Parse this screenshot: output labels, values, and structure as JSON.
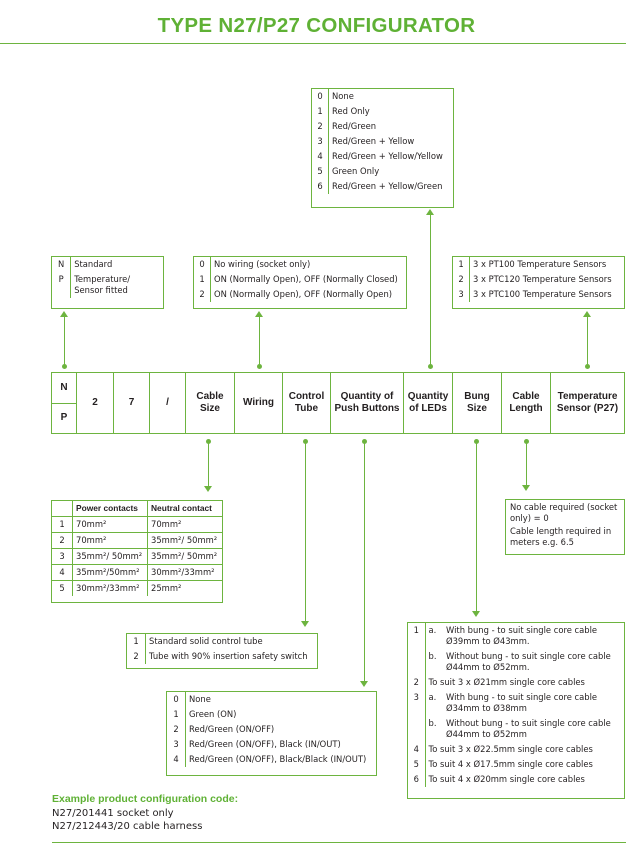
{
  "title": "TYPE N27/P27 CONFIGURATOR",
  "leds_box": [
    {
      "code": "0",
      "text": "None"
    },
    {
      "code": "1",
      "text": "Red Only"
    },
    {
      "code": "2",
      "text": "Red/Green"
    },
    {
      "code": "3",
      "text": "Red/Green + Yellow"
    },
    {
      "code": "4",
      "text": "Red/Green + Yellow/Yellow"
    },
    {
      "code": "5",
      "text": "Green Only"
    },
    {
      "code": "6",
      "text": "Red/Green + Yellow/Green"
    }
  ],
  "np_box": [
    {
      "code": "N",
      "text": "Standard"
    },
    {
      "code": "P",
      "text": "Temperature/ Sensor fitted"
    }
  ],
  "wiring_box": [
    {
      "code": "0",
      "text": "No wiring (socket only)"
    },
    {
      "code": "1",
      "text": "ON (Normally Open), OFF (Normally Closed)"
    },
    {
      "code": "2",
      "text": "ON (Normally Open), OFF (Normally Open)"
    }
  ],
  "temp_box": [
    {
      "code": "1",
      "text": "3 x PT100 Temperature Sensors"
    },
    {
      "code": "2",
      "text": "3 x PTC120 Temperature Sensors"
    },
    {
      "code": "3",
      "text": "3 x PTC100 Temperature Sensors"
    }
  ],
  "mainbar": {
    "n": "N",
    "p": "P",
    "d2": "2",
    "d7": "7",
    "slash": "/",
    "cable_size": "Cable Size",
    "wiring": "Wiring",
    "control_tube": "Control Tube",
    "qty_push": "Quantity of Push Buttons",
    "qty_leds": "Quantity of LEDs",
    "bung_size": "Bung Size",
    "cable_length": "Cable Length",
    "temp_sensor": "Temperature Sensor (P27)"
  },
  "cable_size_box": {
    "head_power": "Power contacts",
    "head_neutral": "Neutral contact",
    "rows": [
      {
        "code": "1",
        "power": "70mm²",
        "neutral": "70mm²"
      },
      {
        "code": "2",
        "power": "70mm²",
        "neutral": "35mm²/ 50mm²"
      },
      {
        "code": "3",
        "power": "35mm²/ 50mm²",
        "neutral": "35mm²/ 50mm²"
      },
      {
        "code": "4",
        "power": "35mm²/50mm²",
        "neutral": "30mm²/33mm²"
      },
      {
        "code": "5",
        "power": "30mm²/33mm²",
        "neutral": "25mm²"
      }
    ]
  },
  "cable_length_box": {
    "line1": "No cable required (socket only) = 0",
    "line2": "Cable length required in meters e.g. 6.5"
  },
  "control_tube_box": [
    {
      "code": "1",
      "text": "Standard solid control tube"
    },
    {
      "code": "2",
      "text": "Tube with 90% insertion safety switch"
    }
  ],
  "push_box": [
    {
      "code": "0",
      "text": "None"
    },
    {
      "code": "1",
      "text": "Green (ON)"
    },
    {
      "code": "2",
      "text": "Red/Green (ON/OFF)"
    },
    {
      "code": "3",
      "text": "Red/Green (ON/OFF), Black (IN/OUT)"
    },
    {
      "code": "4",
      "text": "Red/Green (ON/OFF), Black/Black (IN/OUT)"
    }
  ],
  "bung_box": {
    "r1_code": "1",
    "r1a_letter": "a.",
    "r1a_text": "With bung - to suit single core cable Ø39mm to Ø43mm.",
    "r1b_letter": "b.",
    "r1b_text": "Without bung - to suit single core cable Ø44mm to Ø52mm.",
    "r2_code": "2",
    "r2_text": "To suit 3 x Ø21mm single core cables",
    "r3_code": "3",
    "r3a_letter": "a.",
    "r3a_text": "With bung - to suit single core cable Ø34mm to Ø38mm",
    "r3b_letter": "b.",
    "r3b_text": "Without bung - to suit single core cable Ø44mm to Ø52mm",
    "r4_code": "4",
    "r4_text": "To suit 3 x Ø22.5mm single core cables",
    "r5_code": "5",
    "r5_text": "To suit 4 x Ø17.5mm single core cables",
    "r6_code": "6",
    "r6_text": "To suit 4 x Ø20mm single core cables"
  },
  "example": {
    "label": "Example product configuration code:",
    "line1": "N27/201441 socket only",
    "line2": "N27/212443/20 cable harness"
  },
  "colors": {
    "accent": "#6db43f",
    "title": "#5fb135",
    "text": "#231f20"
  }
}
